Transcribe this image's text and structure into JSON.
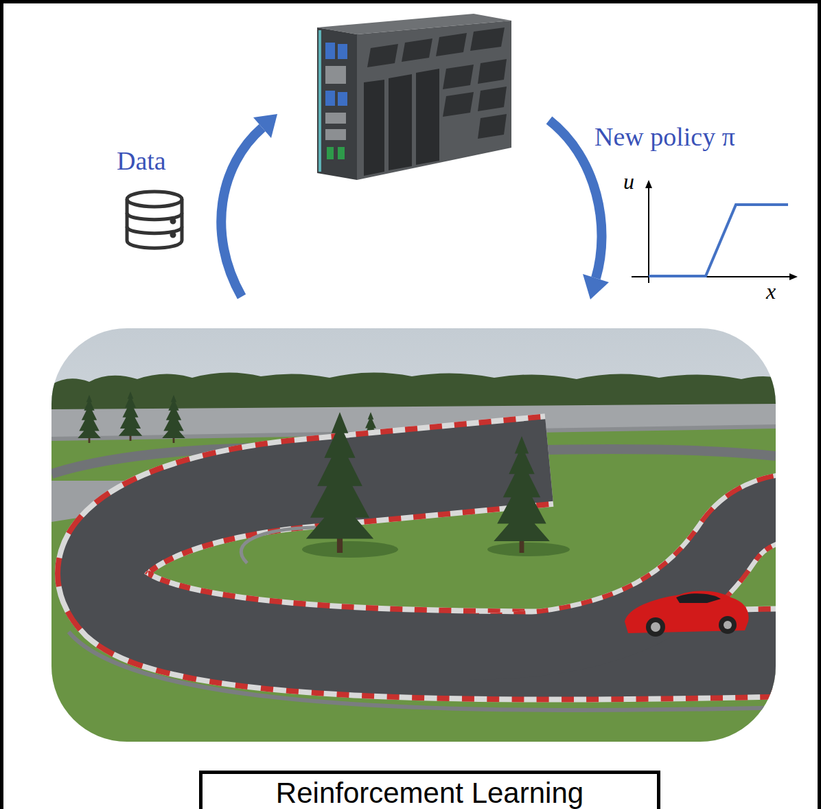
{
  "diagram": {
    "nodes": [
      {
        "text": [
          "Reinforcement Learning"
        ]
      }
    ],
    "labels": [
      "Data",
      "New policy π",
      "u",
      "x"
    ]
  }
}
